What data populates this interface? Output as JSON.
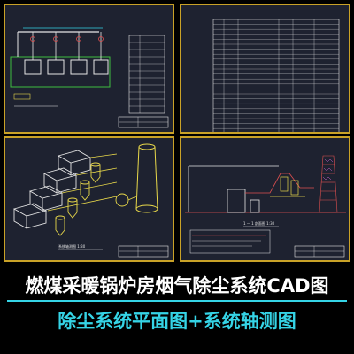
{
  "panels": {
    "plan": {
      "label": ""
    },
    "table": {
      "title": "",
      "rows": [
        {
          "no": "",
          "name": "",
          "spec": "",
          "qty": "",
          "note": ""
        },
        {
          "no": "",
          "name": "",
          "spec": "",
          "qty": "",
          "note": ""
        },
        {
          "no": "",
          "name": "",
          "spec": "",
          "qty": "",
          "note": ""
        },
        {
          "no": "",
          "name": "",
          "spec": "",
          "qty": "",
          "note": ""
        },
        {
          "no": "",
          "name": "",
          "spec": "",
          "qty": "",
          "note": ""
        },
        {
          "no": "",
          "name": "",
          "spec": "",
          "qty": "",
          "note": ""
        },
        {
          "no": "",
          "name": "",
          "spec": "",
          "qty": "",
          "note": ""
        },
        {
          "no": "",
          "name": "",
          "spec": "",
          "qty": "",
          "note": ""
        },
        {
          "no": "",
          "name": "",
          "spec": "",
          "qty": "",
          "note": ""
        },
        {
          "no": "",
          "name": "",
          "spec": "",
          "qty": "",
          "note": ""
        },
        {
          "no": "",
          "name": "",
          "spec": "",
          "qty": "",
          "note": ""
        },
        {
          "no": "",
          "name": "",
          "spec": "",
          "qty": "",
          "note": ""
        },
        {
          "no": "",
          "name": "",
          "spec": "",
          "qty": "",
          "note": ""
        },
        {
          "no": "",
          "name": "",
          "spec": "",
          "qty": "",
          "note": ""
        },
        {
          "no": "",
          "name": "",
          "spec": "",
          "qty": "",
          "note": ""
        },
        {
          "no": "",
          "name": "",
          "spec": "",
          "qty": "",
          "note": ""
        },
        {
          "no": "",
          "name": "",
          "spec": "",
          "qty": "",
          "note": ""
        },
        {
          "no": "",
          "name": "",
          "spec": "",
          "qty": "",
          "note": ""
        },
        {
          "no": "",
          "name": "",
          "spec": "",
          "qty": "",
          "note": ""
        },
        {
          "no": "",
          "name": "",
          "spec": "",
          "qty": "",
          "note": ""
        },
        {
          "no": "",
          "name": "",
          "spec": "",
          "qty": "",
          "note": ""
        },
        {
          "no": "",
          "name": "",
          "spec": "",
          "qty": "",
          "note": ""
        }
      ]
    },
    "axonometric": {
      "label": "系统轴测图 1:30"
    },
    "section": {
      "label": "1 — 1 剖面图 1:30"
    }
  },
  "captions": {
    "title": "燃煤采暖锅炉房烟气除尘系统CAD图",
    "subtitle": "除尘系统平面图+系统轴测图"
  },
  "colors": {
    "frame": "#c9a227",
    "panel_bg": "#1e2230",
    "caption_title": "#ffffff",
    "caption_subtitle": "#35d4e6",
    "cad_green": "#3fbf3f",
    "cad_white": "#e6e6e6",
    "cad_yellow": "#e8d84a",
    "cad_red": "#e05050",
    "cad_cyan": "#35d4e6",
    "cad_magenta": "#d060d0"
  }
}
